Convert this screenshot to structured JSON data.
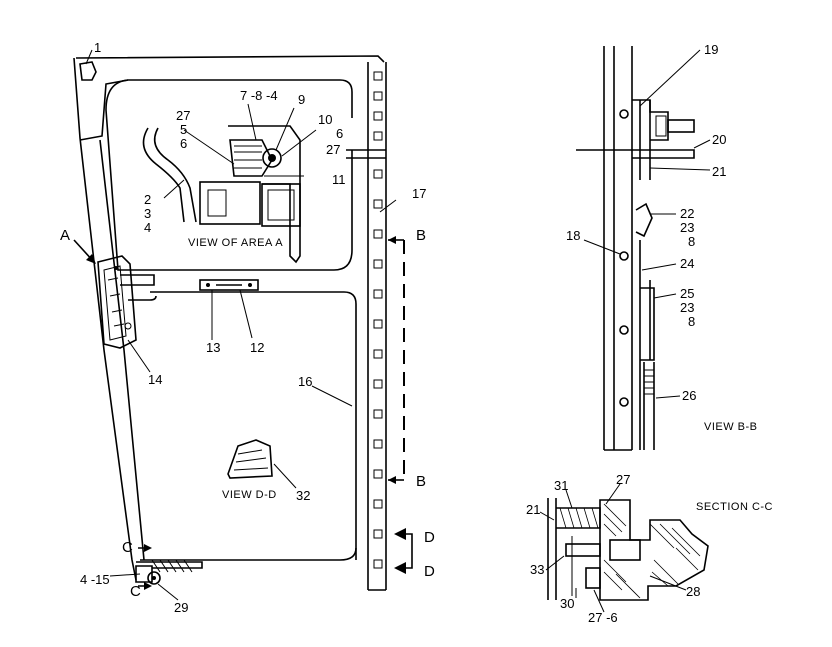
{
  "main_view": {
    "callouts": {
      "c1": "1",
      "c7": "7 -8 -4",
      "c9": "9",
      "c27a": "27",
      "c5": "5",
      "c6a": "6",
      "c10": "10",
      "c6b": "6",
      "c27b": "27",
      "c11": "11",
      "c2": "2",
      "c3": "3",
      "c4": "4",
      "c17": "17",
      "c13": "13",
      "c12": "12",
      "c14": "14",
      "c16": "16",
      "c32": "32",
      "c4_15": "4 -15",
      "c29": "29"
    },
    "view_markers": {
      "A": "A",
      "B_top": "B",
      "B_bottom": "B",
      "D_top": "D",
      "D_bottom": "D",
      "C_top": "C",
      "C_bottom": "C"
    },
    "captions": {
      "view_area_a": "VIEW OF AREA A",
      "view_d_d": "VIEW D-D"
    }
  },
  "view_bb": {
    "caption": "VIEW B-B",
    "callouts": {
      "c19": "19",
      "c20": "20",
      "c21": "21",
      "c22": "22",
      "c23a": "23",
      "c8a": "8",
      "c18": "18",
      "c24": "24",
      "c25": "25",
      "c23b": "23",
      "c8b": "8",
      "c26": "26"
    }
  },
  "section_cc": {
    "caption": "SECTION C-C",
    "callouts": {
      "c31": "31",
      "c27a": "27",
      "c21": "21",
      "c33": "33",
      "c30": "30",
      "c28": "28",
      "c27_6": "27 -6"
    }
  }
}
